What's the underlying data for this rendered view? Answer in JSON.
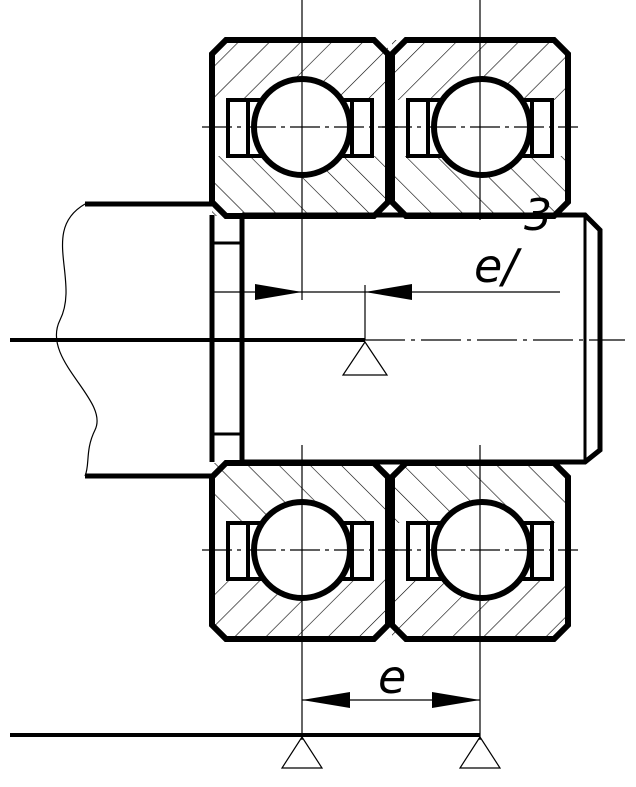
{
  "labels": {
    "part_number": "3",
    "offset_label": "e/",
    "spacing_label": "e"
  },
  "colors": {
    "line": "#000000",
    "background": "#ffffff"
  }
}
